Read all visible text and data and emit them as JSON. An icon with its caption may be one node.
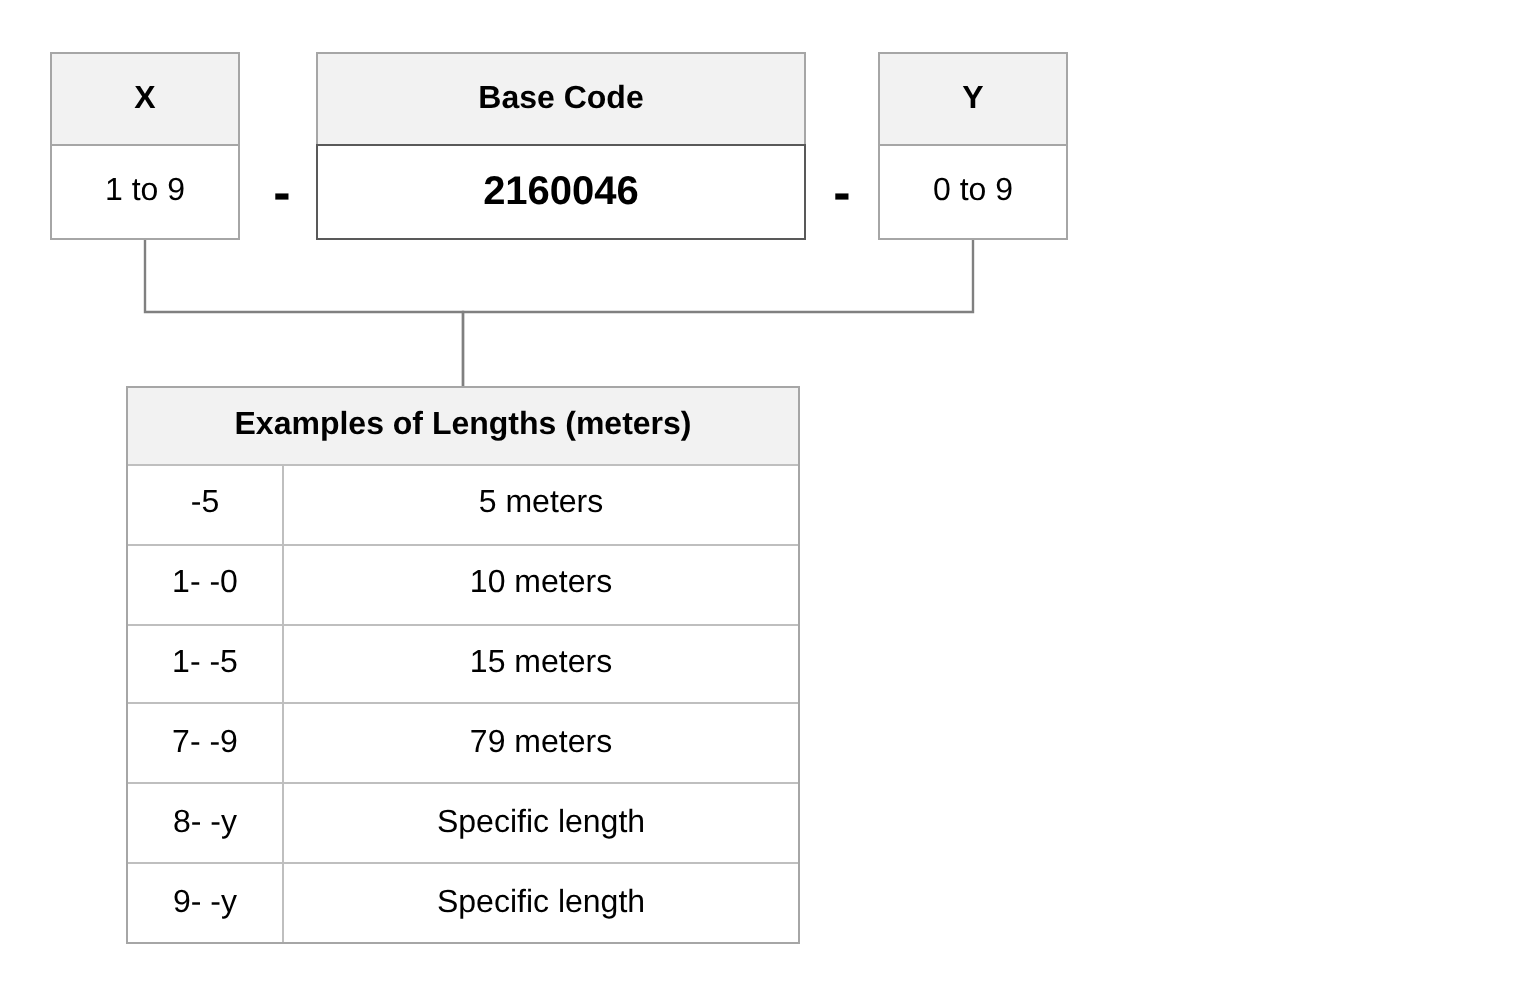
{
  "diagram": {
    "nodes": [
      {
        "text": [
          "X",
          "1 to 9"
        ]
      },
      {
        "text": [
          "Base Code",
          "2160046"
        ]
      },
      {
        "text": [
          "Y",
          "0 to 9"
        ]
      },
      {
        "text": [
          "Examples of Lengths (meters)",
          "-5",
          "5 meters",
          "1- -0",
          "10 meters",
          "1- -5",
          "15 meters",
          "7- -9",
          "79 meters",
          "8- -y",
          "Specific length",
          "9- -y",
          "Specific length"
        ]
      }
    ],
    "edges": [
      {
        "from": 0,
        "to": 3,
        "arrow": "none"
      },
      {
        "from": 2,
        "to": 3,
        "arrow": "none"
      }
    ],
    "labels": [
      "-",
      "-"
    ]
  }
}
